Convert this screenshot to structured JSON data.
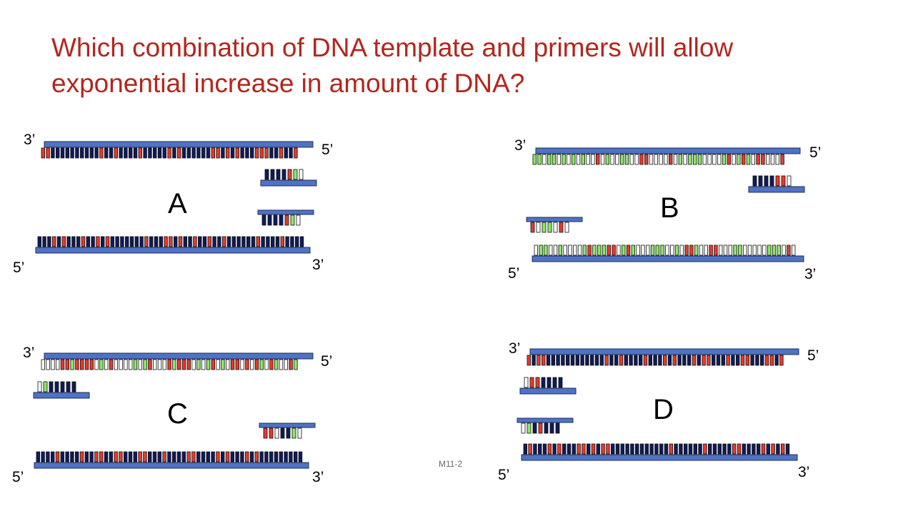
{
  "slide": {
    "title_line1": "Which combination of DNA template and primers will allow",
    "title_line2": "exponential increase in amount of DNA?",
    "footer_code": "M11-2"
  },
  "colors": {
    "title": "#b3261e",
    "strand": "#4f72c4",
    "strand_outline": "#1f2f55",
    "base_red": "#e53b2c",
    "base_green": "#8ee866",
    "base_navy": "#0f1a5a",
    "base_white": "#ffffff"
  },
  "panels": [
    {
      "label": "A",
      "top_left": "3’",
      "top_right": "5’",
      "bottom_left": "5’",
      "bottom_right": "3’"
    },
    {
      "label": "B",
      "top_left": "3’",
      "top_right": "5’",
      "bottom_left": "5’",
      "bottom_right": "3’"
    },
    {
      "label": "C",
      "top_left": "3’",
      "top_right": "5’",
      "bottom_left": "5’",
      "bottom_right": "3’"
    },
    {
      "label": "D",
      "top_left": "3’",
      "top_right": "5’",
      "bottom_left": "5’",
      "bottom_right": "3’"
    }
  ]
}
